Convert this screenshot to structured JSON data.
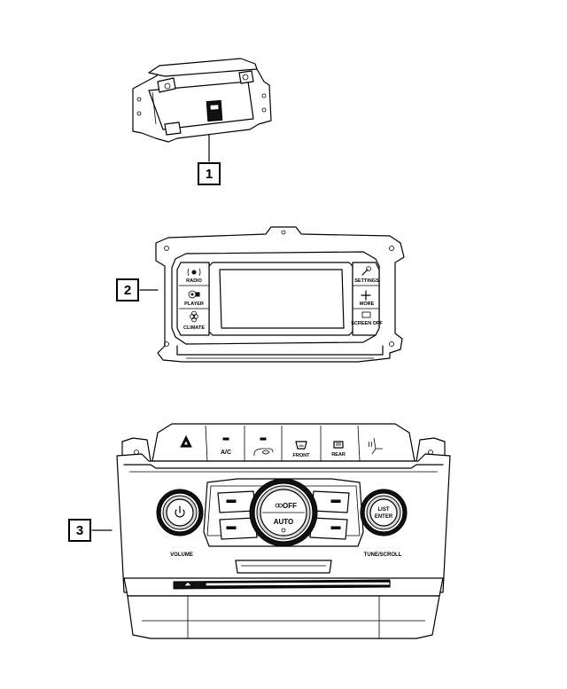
{
  "callouts": [
    {
      "number": "1",
      "part": "module"
    },
    {
      "number": "2",
      "part": "radio-bezel"
    },
    {
      "number": "3",
      "part": "climate-control-panel"
    }
  ],
  "bezel_buttons": {
    "left": [
      "RADIO",
      "PLAYER",
      "CLIMATE"
    ],
    "right": [
      "SETTINGS",
      "MORE",
      "SCREEN OFF"
    ]
  },
  "climate_panel": {
    "top_buttons": [
      "A/C",
      "FRONT",
      "REAR"
    ],
    "center_knob": {
      "top_label": "OFF",
      "bottom_label": "AUTO"
    },
    "right_knob_label_1": "LIST",
    "right_knob_label_2": "ENTER",
    "left_label": "VOLUME",
    "right_label": "TUNE/SCROLL"
  }
}
